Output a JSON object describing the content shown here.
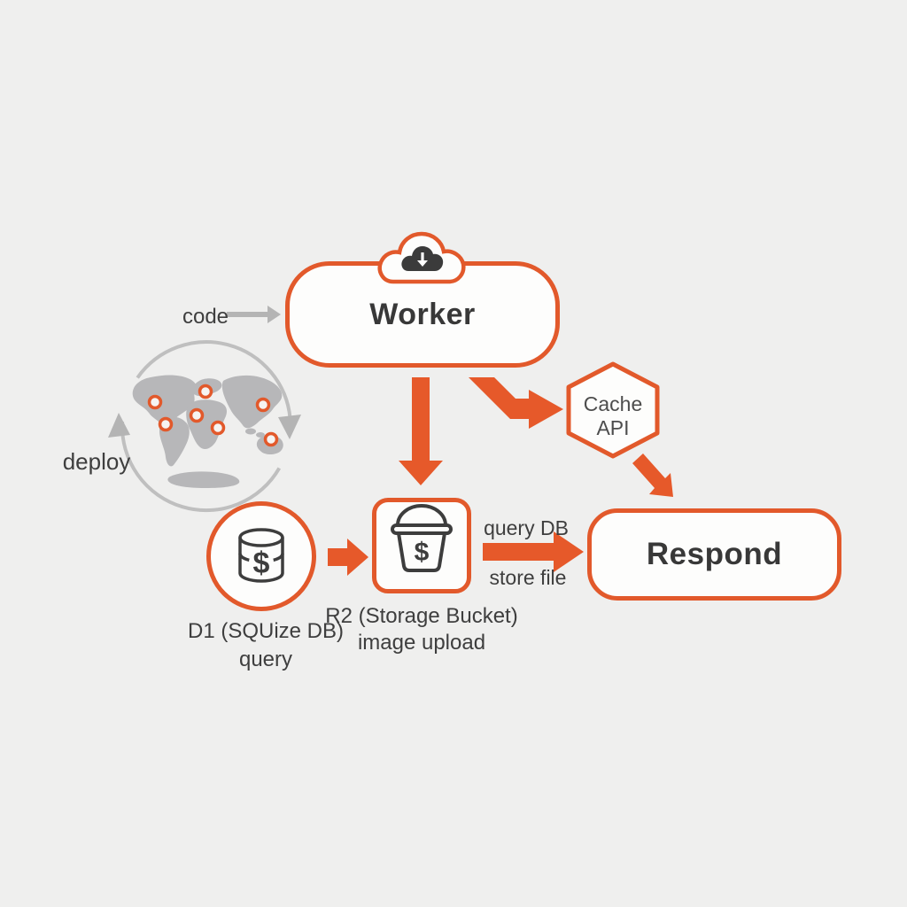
{
  "title": "Worker architecture diagram",
  "colors": {
    "background": "#efefee",
    "accent_orange": "#e2592b",
    "arrow_orange": "#e6592a",
    "gray": "#b7b7b9",
    "text_dark": "#3e3e3e"
  },
  "nodes": {
    "worker": {
      "label": "Worker",
      "badge_icon": "cloud-deploy-icon"
    },
    "respond": {
      "label": "Respond"
    },
    "cache": {
      "line1": "Cache",
      "line2": "API"
    },
    "d1": {
      "line1": "D1 (SQUize DB)",
      "line2": "query",
      "icon": "database-dollar-icon"
    },
    "r2": {
      "line1": "R2 (Storage Bucket)",
      "line2": "image upload",
      "icon": "bucket-dollar-icon"
    },
    "globe": {
      "label": "deploy",
      "icon": "world-map-icon",
      "marker_icon": "location-marker-icon",
      "marker_count": 7
    }
  },
  "edges": {
    "code": {
      "label": "code"
    },
    "query_db": {
      "label": "query DB"
    },
    "store_file": {
      "label": "store file"
    }
  }
}
